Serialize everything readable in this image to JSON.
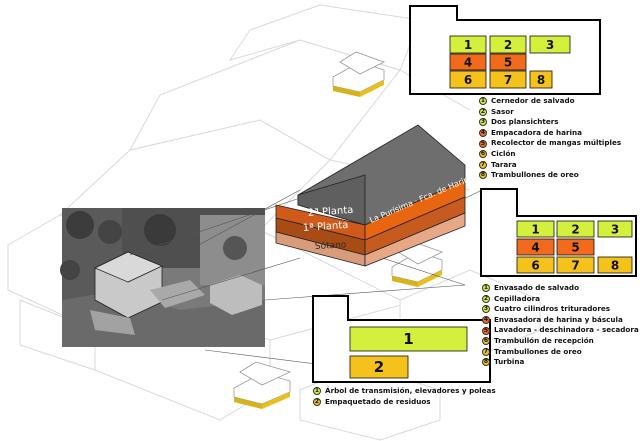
{
  "building": {
    "name": "La Purísima · Fca. de Harina",
    "floors": [
      {
        "id": "f2",
        "label": "2ª Planta",
        "color": "#e8660f"
      },
      {
        "id": "f1",
        "label": "1ª Planta",
        "color": "#c65a1f"
      },
      {
        "id": "f0",
        "label": "Sótano",
        "color": "#e6a886"
      }
    ],
    "roof_color": "#6e6e6e"
  },
  "colors": {
    "green": "#d4ef3c",
    "orange": "#f26a1b",
    "yellow": "#f5c21b",
    "roof": "#d7b21b"
  },
  "panels": [
    {
      "id": "top",
      "boxes": [
        {
          "num": "1",
          "color": "green"
        },
        {
          "num": "2",
          "color": "green"
        },
        {
          "num": "3",
          "color": "green"
        },
        {
          "num": "4",
          "color": "orange"
        },
        {
          "num": "5",
          "color": "orange"
        },
        {
          "num": "6",
          "color": "yellow"
        },
        {
          "num": "7",
          "color": "yellow"
        },
        {
          "num": "8",
          "color": "yellow"
        }
      ],
      "legend": [
        {
          "num": "1",
          "color": "green",
          "text": "Cernedor de salvado"
        },
        {
          "num": "2",
          "color": "green",
          "text": "Sasor"
        },
        {
          "num": "3",
          "color": "green",
          "text": "Dos plansichters"
        },
        {
          "num": "4",
          "color": "orange",
          "text": "Empacadora de harina"
        },
        {
          "num": "5",
          "color": "orange",
          "text": "Recolector de mangas múltiples"
        },
        {
          "num": "6",
          "color": "yellow",
          "text": "Ciclón"
        },
        {
          "num": "7",
          "color": "yellow",
          "text": "Tarara"
        },
        {
          "num": "8",
          "color": "yellow",
          "text": "Trambullones de oreo"
        }
      ]
    },
    {
      "id": "middle",
      "boxes": [
        {
          "num": "1",
          "color": "green"
        },
        {
          "num": "2",
          "color": "green"
        },
        {
          "num": "3",
          "color": "green"
        },
        {
          "num": "4",
          "color": "orange"
        },
        {
          "num": "5",
          "color": "orange"
        },
        {
          "num": "6",
          "color": "yellow"
        },
        {
          "num": "7",
          "color": "yellow"
        },
        {
          "num": "8",
          "color": "yellow"
        }
      ],
      "legend": [
        {
          "num": "1",
          "color": "green",
          "text": "Envasado de salvado"
        },
        {
          "num": "2",
          "color": "green",
          "text": "Cepilladora"
        },
        {
          "num": "3",
          "color": "green",
          "text": "Cuatro cilindros trituradores"
        },
        {
          "num": "4",
          "color": "orange",
          "text": "Envasadora de harina y báscula"
        },
        {
          "num": "5",
          "color": "orange",
          "text": "Lavadora - deschinadora - secadora"
        },
        {
          "num": "6",
          "color": "yellow",
          "text": "Trambullón de recepción"
        },
        {
          "num": "7",
          "color": "yellow",
          "text": "Trambullones de oreo"
        },
        {
          "num": "8",
          "color": "yellow",
          "text": "Turbina"
        }
      ]
    },
    {
      "id": "bottom",
      "boxes": [
        {
          "num": "1",
          "color": "green"
        },
        {
          "num": "2",
          "color": "yellow"
        }
      ],
      "legend": [
        {
          "num": "1",
          "color": "green",
          "text": "Árbol de transmisión, elevadores y poleas"
        },
        {
          "num": "2",
          "color": "yellow",
          "text": "Empaquetado de residuos"
        }
      ]
    }
  ]
}
